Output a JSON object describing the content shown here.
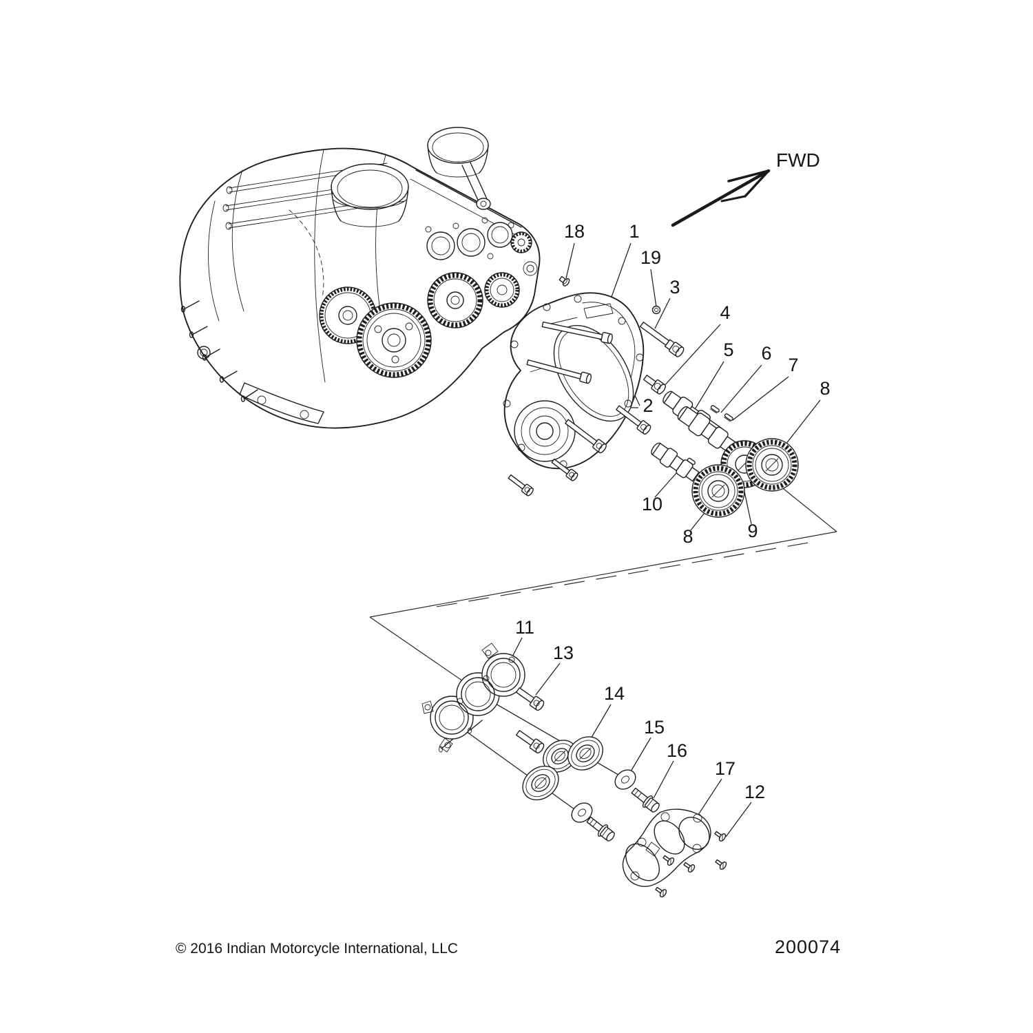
{
  "figure": {
    "fwd_label": "FWD",
    "drawing_number": "200074",
    "copyright": "© 2016 Indian Motorcycle International, LLC"
  },
  "callouts": [
    {
      "label": "18"
    },
    {
      "label": "1"
    },
    {
      "label": "19"
    },
    {
      "label": "3"
    },
    {
      "label": "4"
    },
    {
      "label": "5"
    },
    {
      "label": "6"
    },
    {
      "label": "7"
    },
    {
      "label": "8"
    },
    {
      "label": "2"
    },
    {
      "label": "10"
    },
    {
      "label": "8"
    },
    {
      "label": "9"
    },
    {
      "label": "11"
    },
    {
      "label": "13"
    },
    {
      "label": "14"
    },
    {
      "label": "15"
    },
    {
      "label": "16"
    },
    {
      "label": "17"
    },
    {
      "label": "12"
    }
  ]
}
